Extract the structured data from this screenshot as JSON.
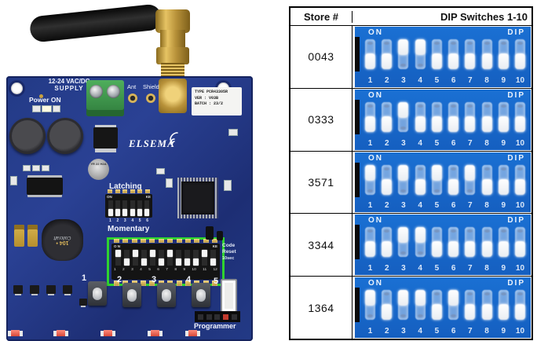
{
  "table": {
    "header": {
      "store": "Store #",
      "dip": "DIP Switches 1-10"
    },
    "dip_panel": {
      "on_label": "ON",
      "dip_label": "DIP",
      "numbers": [
        "1",
        "2",
        "3",
        "4",
        "5",
        "6",
        "7",
        "8",
        "9",
        "10"
      ],
      "bg_color": "#1a70d3"
    },
    "rows": [
      {
        "store": "0043",
        "on": [
          3,
          4
        ]
      },
      {
        "store": "0333",
        "on": [
          3
        ]
      },
      {
        "store": "3571",
        "on": [
          1,
          3,
          5,
          7
        ]
      },
      {
        "store": "3344",
        "on": [
          3,
          4
        ]
      },
      {
        "store": "1364",
        "on": [
          1,
          3,
          4,
          6
        ]
      }
    ]
  },
  "board": {
    "supply_line1": "12-24 VAC/DC",
    "supply_line2": "SUPPLY",
    "power_on": "Power ON",
    "ant_label": "Ant",
    "shield_label": "Shield",
    "type_label": "TYPE PCR43305R",
    "ver_label": "VER : V03B",
    "batch_label": "BATCH : 23/2",
    "brand": "ELSEMA",
    "latching_label": "Latching",
    "momentary_label": "Momentary",
    "cap_marking": "YR 22 H2A",
    "inductor_value": "104 •",
    "inductor_brand": "Coilcraft",
    "small_dip": {
      "on": "ON",
      "ke": "KE",
      "numbers": [
        "1",
        "2",
        "3",
        "4",
        "5",
        "6"
      ],
      "states": [
        0,
        0,
        0,
        0,
        0,
        0
      ]
    },
    "big_dip": {
      "on": "O N",
      "ke": "KE",
      "numbers": [
        "1",
        "2",
        "3",
        "4",
        "5",
        "6",
        "7",
        "8",
        "9",
        "10",
        "11",
        "12"
      ],
      "states": [
        1,
        0,
        1,
        0,
        1,
        0,
        1,
        0,
        0,
        0,
        1,
        0
      ]
    },
    "code_reset": [
      "Code",
      "Reset",
      "10sec"
    ],
    "button_labels": [
      "1",
      "2",
      "3",
      "4",
      "5"
    ],
    "programmer_label": "Programmer"
  }
}
